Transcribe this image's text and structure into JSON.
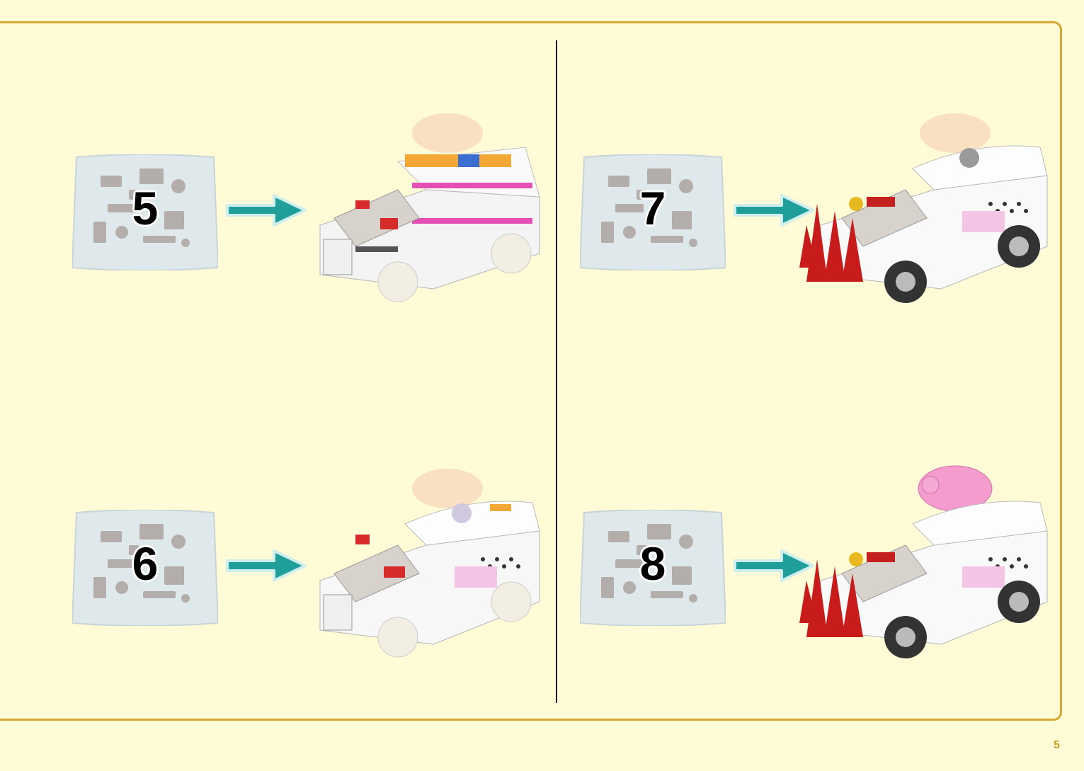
{
  "page": {
    "number": "5"
  },
  "steps": [
    {
      "bag_label": "5",
      "model_stage": 5,
      "icon": "parts-bag"
    },
    {
      "bag_label": "6",
      "model_stage": 6,
      "icon": "parts-bag"
    },
    {
      "bag_label": "7",
      "model_stage": 7,
      "icon": "parts-bag"
    },
    {
      "bag_label": "8",
      "model_stage": 8,
      "icon": "parts-bag"
    }
  ],
  "colors": {
    "background": "#fffbd6",
    "frame": "#d6a934",
    "arrow": "#1f9e9a",
    "page_number": "#c9a12f"
  }
}
